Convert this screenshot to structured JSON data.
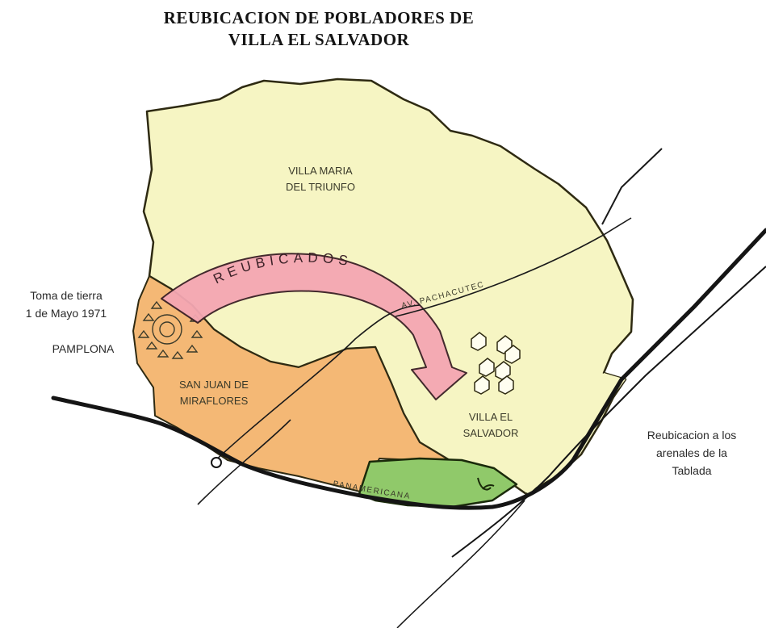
{
  "title": {
    "line1": "REUBICACION DE POBLADORES DE",
    "line2": "VILLA EL SALVADOR"
  },
  "districts": {
    "villa_maria": {
      "line1": "VILLA MARIA",
      "line2": "DEL TRIUNFO",
      "color": "#f6f5c3"
    },
    "san_juan": {
      "line1": "SAN JUAN DE",
      "line2": "MIRAFLORES",
      "color": "#f4b875"
    },
    "villa_el_salvador": {
      "line1": "VILLA EL",
      "line2": "SALVADOR",
      "color": "#f6f5c3"
    },
    "green_zone": {
      "color": "#90c96a"
    }
  },
  "annotations": {
    "toma_line1": "Toma de tierra",
    "toma_line2": "1 de Mayo 1971",
    "pamplona": "PAMPLONA",
    "reubicacion_line1": "Reubicacion a los",
    "reubicacion_line2": "arenales de la",
    "reubicacion_line3": "Tablada"
  },
  "arrow": {
    "label": "REUBICADOS",
    "color": "#f4a7b3"
  },
  "roads": {
    "pachacutec": "AV. PACHACUTEC",
    "panamericana": "PANAMERICANA"
  }
}
